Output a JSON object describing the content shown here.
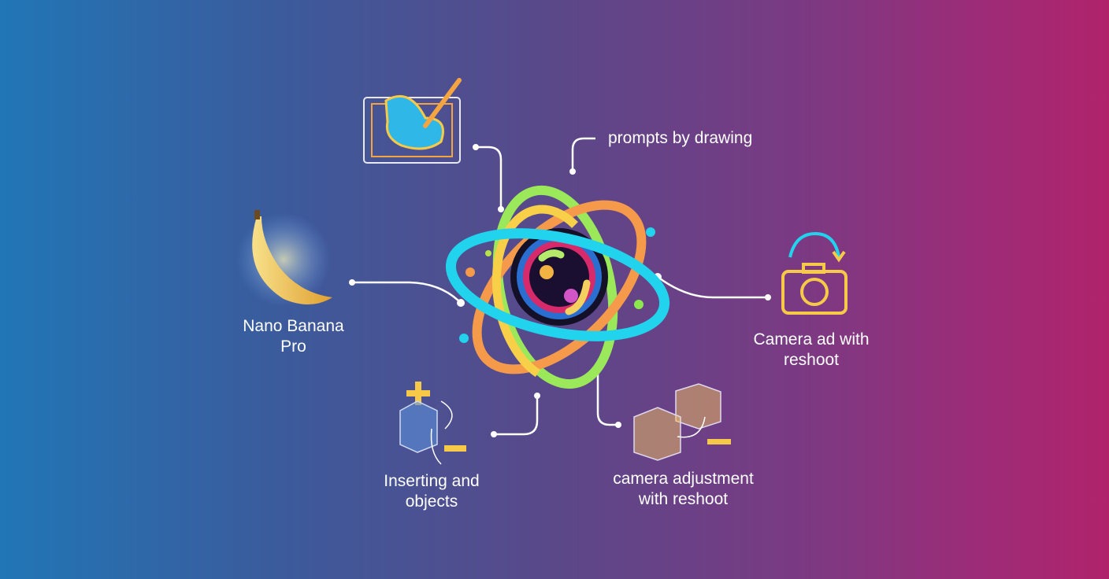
{
  "labels": {
    "nano_banana": [
      "Nano Banana",
      "Pro"
    ],
    "prompts_drawing": "prompts by drawing",
    "camera_ad": [
      "Camera ad with",
      "reshoot"
    ],
    "inserting": [
      "Inserting and",
      "objects"
    ],
    "camera_adjustment": [
      "camera adjustment",
      "with reshoot"
    ]
  },
  "colors": {
    "bg_left": "#2176b6",
    "bg_mid": "#5a4889",
    "bg_right": "#b0236b",
    "accent_cyan": "#22d3ee",
    "accent_yellow": "#f7c948"
  }
}
